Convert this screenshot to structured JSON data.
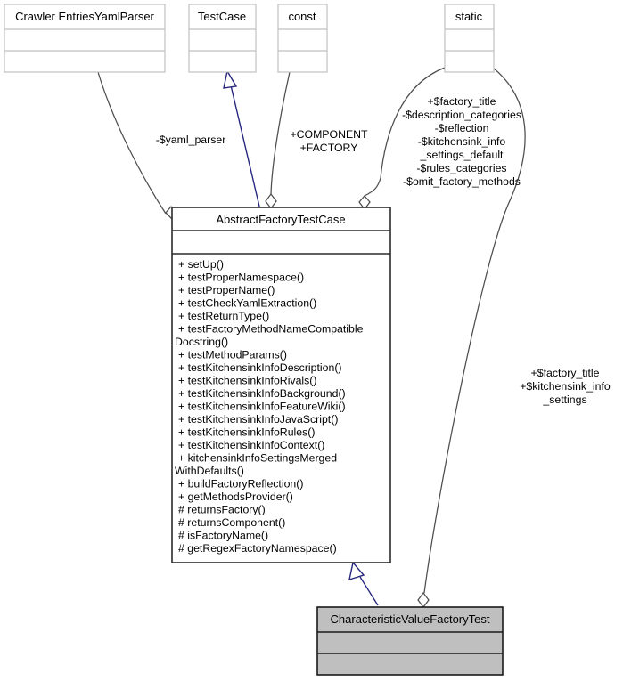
{
  "diagram": {
    "kind": "uml-class-diagram",
    "colors": {
      "background": "#ffffff",
      "light_box_border": "#c0c0c0",
      "main_box_border": "#2b2b2b",
      "selected_box_fill": "#bfbfbf",
      "edge": "#4d4d4d",
      "inheritance_edge": "#27277f",
      "text": "#000000"
    }
  },
  "classes": {
    "crawler_entries_yaml_parser": {
      "title": "Crawler EntriesYamlParser",
      "attributes": [],
      "methods": []
    },
    "test_case": {
      "title": "TestCase",
      "attributes": [],
      "methods": []
    },
    "const_box": {
      "title": "const",
      "attributes": [],
      "methods": []
    },
    "static_box": {
      "title": "static",
      "attributes": [],
      "methods": []
    },
    "abstract_factory_test_case": {
      "title": "AbstractFactoryTestCase",
      "attributes": [],
      "methods": [
        "+ setUp()",
        "+ testProperNamespace()",
        "+ testProperName()",
        "+ testCheckYamlExtraction()",
        "+ testReturnType()",
        "+ testFactoryMethodNameCompatible",
        "Docstring()",
        "+ testMethodParams()",
        "+ testKitchensinkInfoDescription()",
        "+ testKitchensinkInfoRivals()",
        "+ testKitchensinkInfoBackground()",
        "+ testKitchensinkInfoFeatureWiki()",
        "+ testKitchensinkInfoJavaScript()",
        "+ testKitchensinkInfoRules()",
        "+ testKitchensinkInfoContext()",
        "+ kitchensinkInfoSettingsMerged",
        "WithDefaults()",
        "+ buildFactoryReflection()",
        "+ getMethodsProvider()",
        "# returnsFactory()",
        "# returnsComponent()",
        "# isFactoryName()",
        "# getRegexFactoryNamespace()"
      ]
    },
    "characteristic_value_factory_test": {
      "title": "CharacteristicValueFactoryTest",
      "attributes": [],
      "methods": []
    }
  },
  "edges": {
    "yaml_parser": {
      "label_lines": [
        "-$yaml_parser"
      ],
      "type": "aggregation",
      "from": "Crawler EntriesYamlParser",
      "to": "AbstractFactoryTestCase"
    },
    "test_case_inheritance": {
      "label_lines": [],
      "type": "inheritance",
      "from": "AbstractFactoryTestCase",
      "to": "TestCase"
    },
    "const_members": {
      "label_lines": [
        "+COMPONENT",
        "+FACTORY"
      ],
      "type": "aggregation",
      "from": "const",
      "to": "AbstractFactoryTestCase"
    },
    "static_members_abstract": {
      "label_lines": [
        "+$factory_title",
        "-$description_categories",
        "-$reflection",
        "-$kitchensink_info",
        "_settings_default",
        "-$rules_categories",
        "-$omit_factory_methods"
      ],
      "type": "aggregation",
      "from": "static",
      "to": "AbstractFactoryTestCase"
    },
    "static_members_characteristic": {
      "label_lines": [
        "+$factory_title",
        "+$kitchensink_info",
        "_settings"
      ],
      "type": "aggregation",
      "from": "static",
      "to": "CharacteristicValueFactoryTest"
    },
    "characteristic_inheritance": {
      "label_lines": [],
      "type": "inheritance",
      "from": "CharacteristicValueFactoryTest",
      "to": "AbstractFactoryTestCase"
    }
  }
}
